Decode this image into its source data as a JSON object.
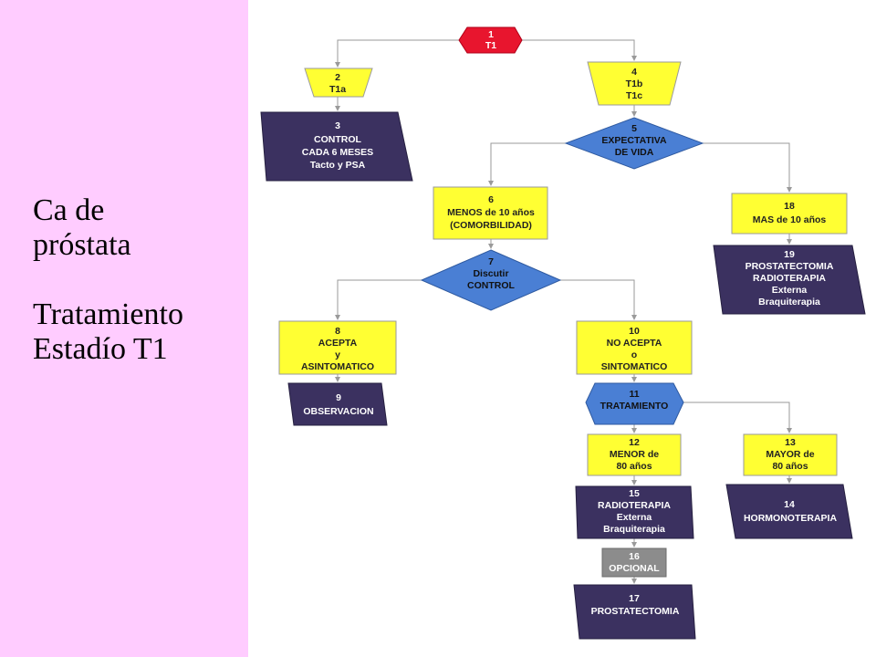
{
  "sidebar": {
    "title_line1": " Ca de",
    "title_line2": "próstata",
    "title_line3": "Tratamiento",
    "title_line4": "Estadío T1"
  },
  "colors": {
    "sidebar_bg": "#ffccff",
    "yellow_box": "#ffff33",
    "blue_diamond": "#4a7fd4",
    "navy_box": "#3b3160",
    "red_start": "#e8152e",
    "gray_box": "#8c8c8c",
    "connector": "#9a9a9a"
  },
  "nodes": {
    "n1": {
      "num": "1",
      "l1": "T1"
    },
    "n2": {
      "num": "2",
      "l1": "T1a"
    },
    "n3": {
      "num": "3",
      "l1": "CONTROL",
      "l2": "CADA 6 MESES",
      "l3": "Tacto y PSA"
    },
    "n4": {
      "num": "4",
      "l1": "T1b",
      "l2": "T1c"
    },
    "n5": {
      "num": "5",
      "l1": "EXPECTATIVA",
      "l2": "DE VIDA"
    },
    "n6": {
      "num": "6",
      "l1": "MENOS  de 10 años",
      "l2": "(COMORBILIDAD)"
    },
    "n7": {
      "num": "7",
      "l1": "Discutir",
      "l2": "CONTROL"
    },
    "n8": {
      "num": "8",
      "l1": "ACEPTA",
      "l2": "y",
      "l3": "ASINTOMATICO"
    },
    "n9": {
      "num": "9",
      "l1": "OBSERVACION"
    },
    "n10": {
      "num": "10",
      "l1": "NO ACEPTA",
      "l2": "o",
      "l3": "SINTOMATICO"
    },
    "n11": {
      "num": "11",
      "l1": "TRATAMIENTO"
    },
    "n12": {
      "num": "12",
      "l1": "MENOR de",
      "l2": "80 años"
    },
    "n13": {
      "num": "13",
      "l1": "MAYOR de",
      "l2": "80 años"
    },
    "n14": {
      "num": "14",
      "l1": "HORMONOTERAPIA"
    },
    "n15": {
      "num": "15",
      "l1": "RADIOTERAPIA",
      "l2": "Externa",
      "l3": "Braquiterapia"
    },
    "n16": {
      "num": "16",
      "l1": "OPCIONAL"
    },
    "n17": {
      "num": "17",
      "l1": "PROSTATECTOMIA"
    },
    "n18": {
      "num": "18",
      "l1": "MAS de 10 años"
    },
    "n19": {
      "num": "19",
      "l1": "PROSTATECTOMIA",
      "l2": "RADIOTERAPIA",
      "l3": "Externa",
      "l4": "Braquiterapia"
    }
  }
}
